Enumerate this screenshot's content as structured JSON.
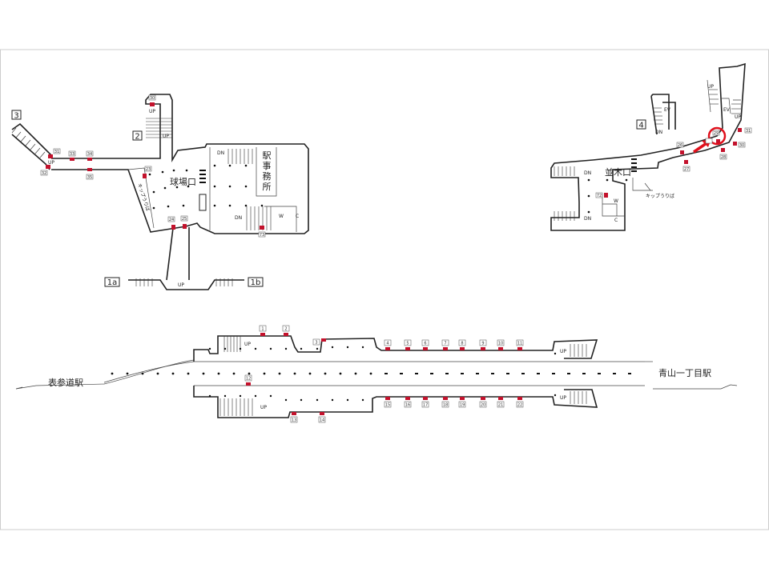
{
  "exits": {
    "e3": "3",
    "e2": "2",
    "e1a": "1a",
    "e1b": "1b",
    "e4": "4"
  },
  "gates": {
    "kyujo": "球場口",
    "namiki": "並木口"
  },
  "office": [
    "駅",
    "事",
    "務",
    "所"
  ],
  "ticket": "キップうりば",
  "stations": {
    "left": "表参道駅",
    "right": "青山一丁目駅"
  },
  "signs": {
    "up": "UP",
    "dn": "DN",
    "ev": "EV",
    "w": "W",
    "c": "C"
  },
  "car_positions": {
    "platform_top": [
      "1",
      "2",
      "3",
      "4",
      "5",
      "6",
      "7",
      "8",
      "9",
      "10",
      "11"
    ],
    "platform_bottom": [
      "12",
      "13",
      "14",
      "15",
      "16",
      "17",
      "18",
      "19",
      "20",
      "21",
      "22"
    ],
    "kyujo": [
      "30",
      "31",
      "32",
      "33",
      "34",
      "35",
      "23",
      "24",
      "25",
      "73"
    ],
    "namiki": [
      "26",
      "27",
      "28",
      "29",
      "30",
      "31",
      "72"
    ]
  },
  "highlight": {
    "position": "29",
    "color": "#e0101c"
  },
  "colors": {
    "marker": "#c3122c"
  }
}
